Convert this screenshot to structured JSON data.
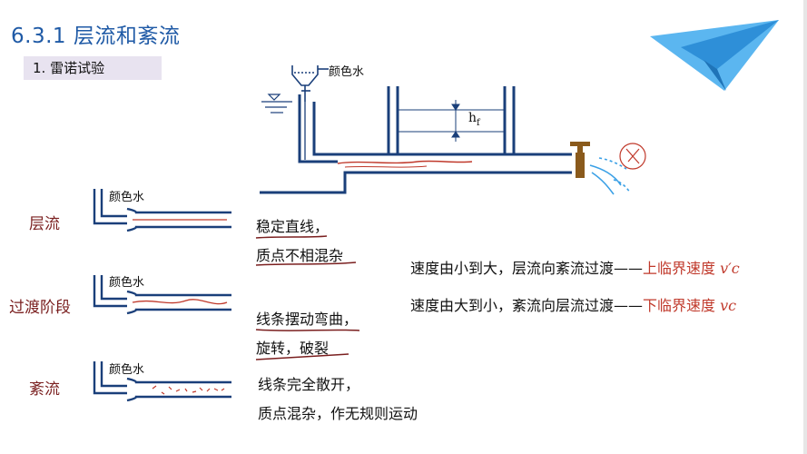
{
  "title": "6.3.1 层流和紊流",
  "subtitle": "1. 雷诺试验",
  "apparatus": {
    "dye_label": "颜色水",
    "head_loss_label": "h",
    "head_loss_sub": "f"
  },
  "rows": [
    {
      "label": "层流",
      "dye_label": "颜色水",
      "desc": [
        "稳定直线，",
        "质点不相混杂"
      ]
    },
    {
      "label": "过渡阶段",
      "dye_label": "颜色水",
      "desc": [
        "线条摆动弯曲，",
        "旋转，破裂"
      ]
    },
    {
      "label": "紊流",
      "dye_label": "颜色水",
      "desc": [
        "线条完全散开，",
        "质点混杂，作无规则运动"
      ]
    }
  ],
  "statements": [
    {
      "text": "速度由小到大，层流向紊流过渡",
      "dash": "——",
      "result": "上临界速度",
      "symbol": "v′c"
    },
    {
      "text": "速度由大到小，紊流向层流过渡",
      "dash": "——",
      "result": "下临界速度",
      "symbol": "vc"
    }
  ],
  "colors": {
    "title": "#1f5aa6",
    "pipe": "#1a3f7a",
    "dye": "#c0392b",
    "plane": "#3aa0e6",
    "label": "#7a1f1f"
  },
  "icons": [
    "paper-plane-icon",
    "valve-icon",
    "water-jet-icon"
  ]
}
